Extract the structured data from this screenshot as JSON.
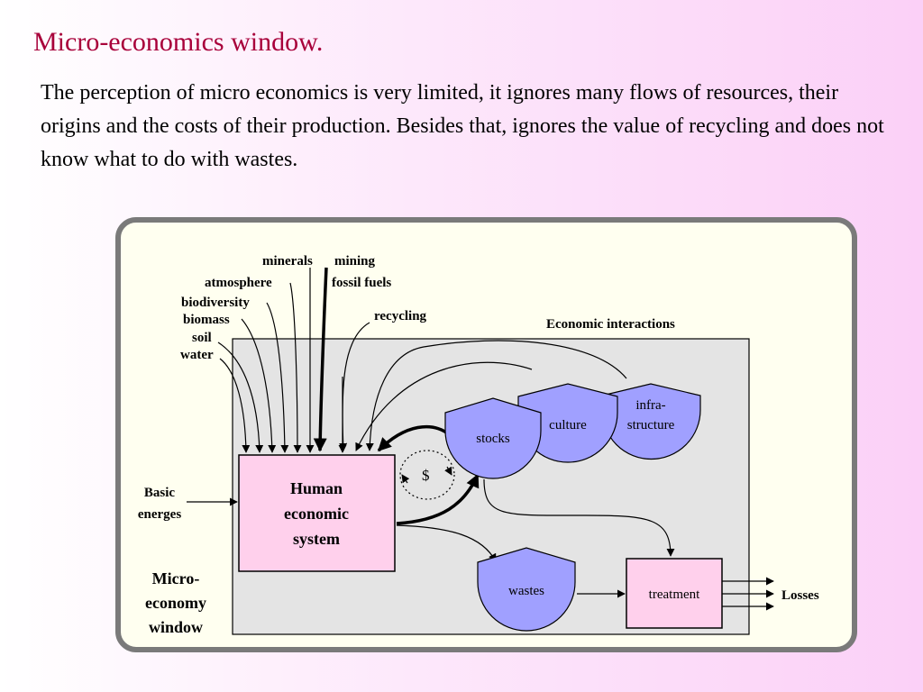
{
  "title": "Micro-economics window.",
  "body": "The perception of micro economics is very limited, it ignores many flows of resources, their origins and the costs of their production. Besides that, ignores the value of recycling and does not know what to do with wastes.",
  "diagram": {
    "inputs": {
      "minerals": "minerals",
      "mining": "mining",
      "atmosphere": "atmosphere",
      "fossil_fuels": "fossil fuels",
      "biodiversity": "biodiversity",
      "biomass": "biomass",
      "soil": "soil",
      "water": "water",
      "recycling": "recycling"
    },
    "economic_interactions": "Economic interactions",
    "basic_energies": [
      "Basic",
      "energes"
    ],
    "human_system": [
      "Human",
      "economic",
      "system"
    ],
    "money_symbol": "$",
    "stocks": "stocks",
    "culture": "culture",
    "infrastructure": [
      "infra-",
      "structure"
    ],
    "wastes": "wastes",
    "treatment": "treatment",
    "losses": "Losses",
    "window_label": [
      "Micro-",
      "economy",
      "window"
    ],
    "colors": {
      "title": "#a8003a",
      "panel_fill": "#fffff0",
      "panel_border": "#7a7a7a",
      "inner_fill": "#e4e4e4",
      "node_fill": "#a0a0ff",
      "box_fill": "#ffd0ec"
    }
  }
}
